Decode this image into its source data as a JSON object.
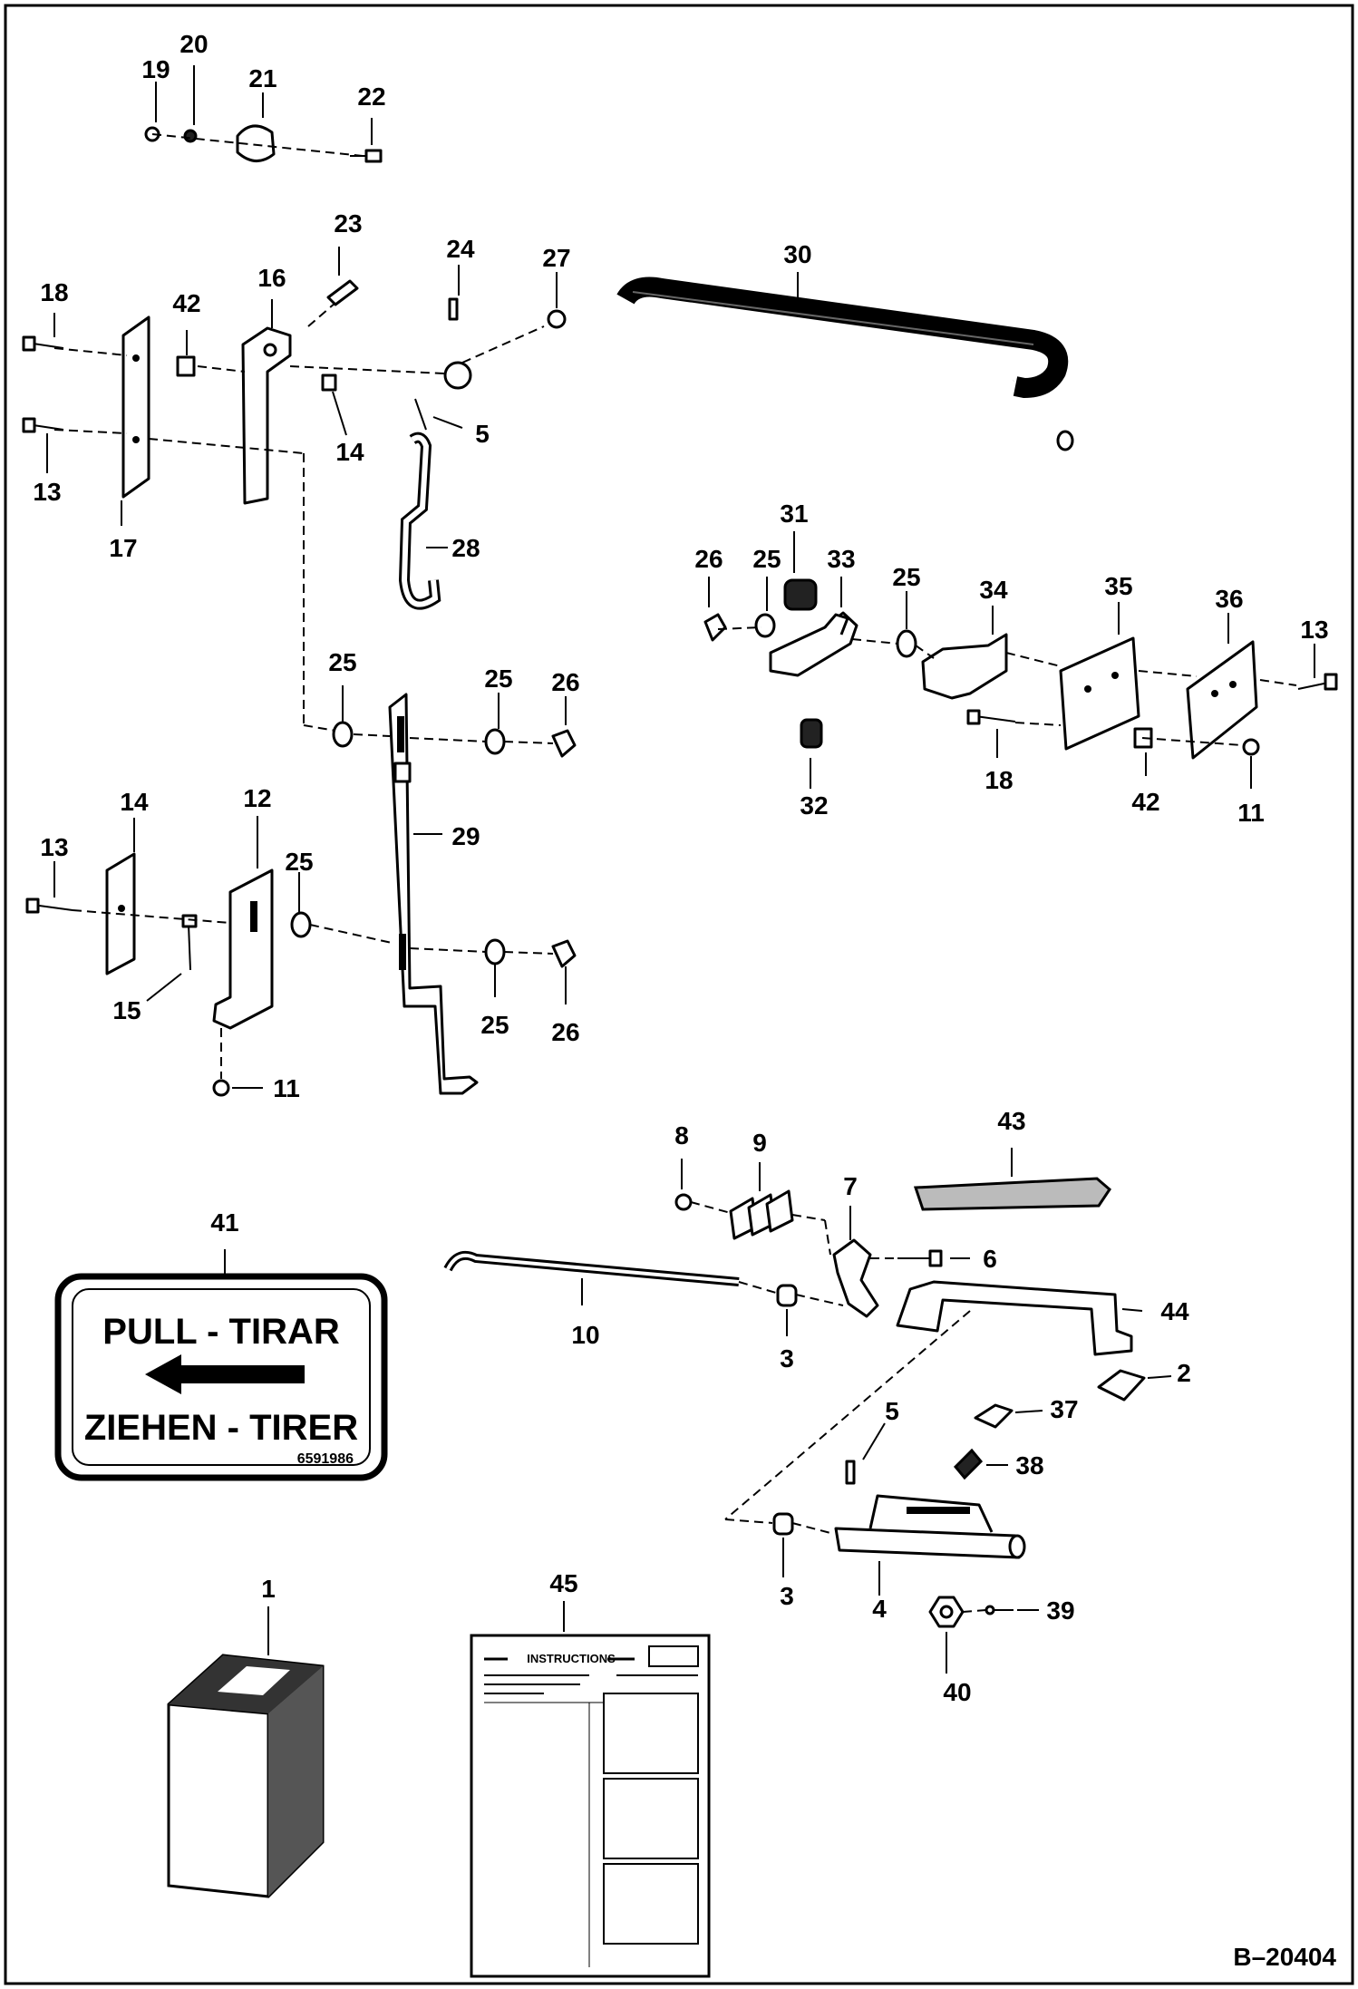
{
  "figure_code": "B–20404",
  "callouts": [
    {
      "n": "19"
    },
    {
      "n": "20"
    },
    {
      "n": "21"
    },
    {
      "n": "22"
    },
    {
      "n": "23"
    },
    {
      "n": "24"
    },
    {
      "n": "27"
    },
    {
      "n": "30"
    },
    {
      "n": "18"
    },
    {
      "n": "42"
    },
    {
      "n": "16"
    },
    {
      "n": "14"
    },
    {
      "n": "5"
    },
    {
      "n": "13"
    },
    {
      "n": "17"
    },
    {
      "n": "28"
    },
    {
      "n": "31"
    },
    {
      "n": "26"
    },
    {
      "n": "25"
    },
    {
      "n": "33"
    },
    {
      "n": "25"
    },
    {
      "n": "34"
    },
    {
      "n": "35"
    },
    {
      "n": "36"
    },
    {
      "n": "13"
    },
    {
      "n": "32"
    },
    {
      "n": "18"
    },
    {
      "n": "42"
    },
    {
      "n": "11"
    },
    {
      "n": "25"
    },
    {
      "n": "25"
    },
    {
      "n": "26"
    },
    {
      "n": "29"
    },
    {
      "n": "14"
    },
    {
      "n": "12"
    },
    {
      "n": "13"
    },
    {
      "n": "25"
    },
    {
      "n": "15"
    },
    {
      "n": "25"
    },
    {
      "n": "26"
    },
    {
      "n": "11"
    },
    {
      "n": "8"
    },
    {
      "n": "9"
    },
    {
      "n": "43"
    },
    {
      "n": "7"
    },
    {
      "n": "41"
    },
    {
      "n": "6"
    },
    {
      "n": "10"
    },
    {
      "n": "3"
    },
    {
      "n": "44"
    },
    {
      "n": "2"
    },
    {
      "n": "37"
    },
    {
      "n": "5"
    },
    {
      "n": "38"
    },
    {
      "n": "3"
    },
    {
      "n": "4"
    },
    {
      "n": "39"
    },
    {
      "n": "40"
    },
    {
      "n": "1"
    },
    {
      "n": "45"
    }
  ],
  "sign": {
    "line1": "PULL - TIRAR",
    "line2": "ZIEHEN - TIRER",
    "part_number": "6591986"
  },
  "instructions_sheet": {
    "header": "INSTRUCTIONS"
  }
}
